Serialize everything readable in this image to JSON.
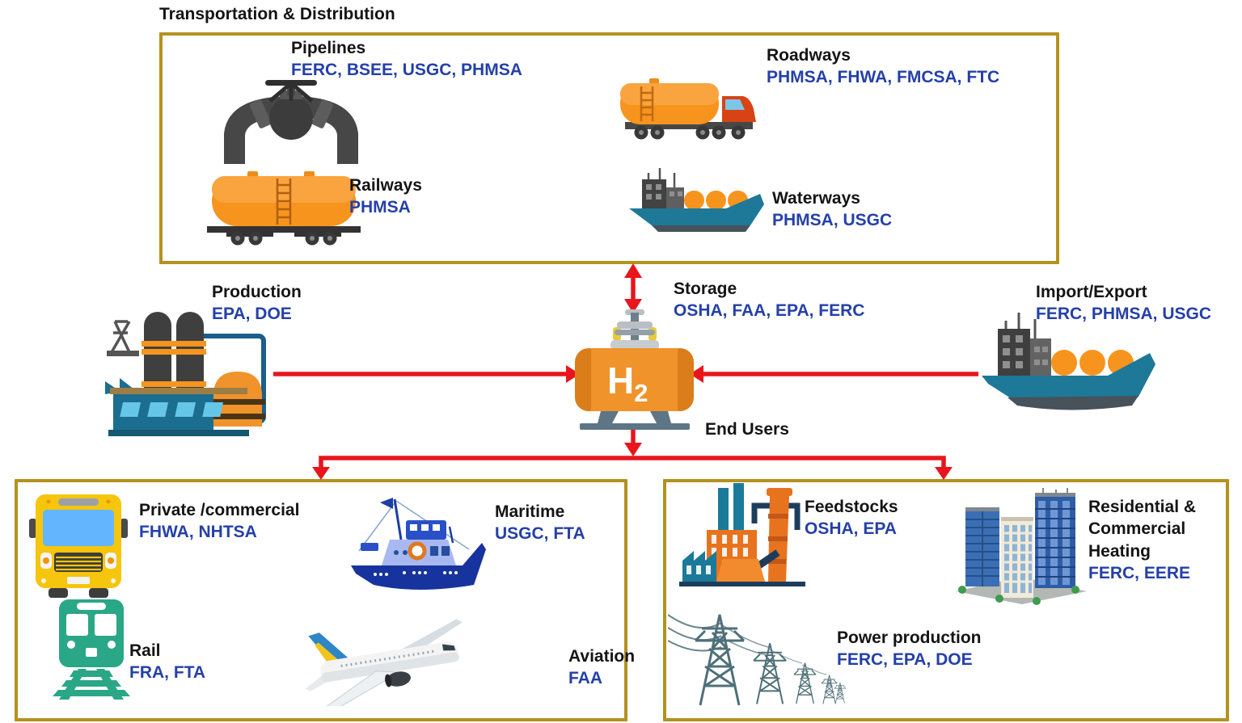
{
  "title": "Transportation & Distribution",
  "end_users_label": "End Users",
  "center": {
    "symbol": "H",
    "subscript": "2"
  },
  "nodes": {
    "pipelines": {
      "label": "Pipelines",
      "agencies": "FERC, BSEE, USGC, PHMSA"
    },
    "roadways": {
      "label": "Roadways",
      "agencies": "PHMSA, FHWA, FMCSA, FTC"
    },
    "railways": {
      "label": "Railways",
      "agencies": "PHMSA"
    },
    "waterways": {
      "label": "Waterways",
      "agencies": "PHMSA, USGC"
    },
    "production": {
      "label": "Production",
      "agencies": "EPA, DOE"
    },
    "storage": {
      "label": "Storage",
      "agencies": "OSHA, FAA, EPA, FERC"
    },
    "import_export": {
      "label": "Import/Export",
      "agencies": "FERC, PHMSA, USGC"
    },
    "private_commercial": {
      "label": "Private /commercial",
      "agencies": "FHWA, NHTSA"
    },
    "maritime": {
      "label": "Maritime",
      "agencies": "USGC, FTA"
    },
    "rail": {
      "label": "Rail",
      "agencies": "FRA, FTA"
    },
    "aviation": {
      "label": "Aviation",
      "agencies": "FAA"
    },
    "feedstocks": {
      "label": "Feedstocks",
      "agencies": "OSHA, EPA"
    },
    "residential": {
      "label": "Residential & Commercial Heating",
      "agencies": "FERC, EERE"
    },
    "power_production": {
      "label": "Power production",
      "agencies": "FERC, EPA, DOE"
    }
  },
  "icons": {
    "pipelines": "pipeline-valve-icon",
    "roadways": "tanker-truck-icon",
    "railways": "rail-tankcar-icon",
    "waterways": "cargo-ship-icon",
    "production": "refinery-icon",
    "storage": "h2-tank-icon",
    "import_export": "import-ship-icon",
    "private_commercial": "bus-icon",
    "maritime": "tugboat-icon",
    "rail": "train-icon",
    "aviation": "airplane-icon",
    "feedstocks": "factory-icon",
    "residential": "buildings-icon",
    "power_production": "power-pylons-icon"
  },
  "colors": {
    "box_border": "#b5911e",
    "agency_text": "#2540a8",
    "arrow": "#e8161c",
    "label_text": "#141414"
  }
}
